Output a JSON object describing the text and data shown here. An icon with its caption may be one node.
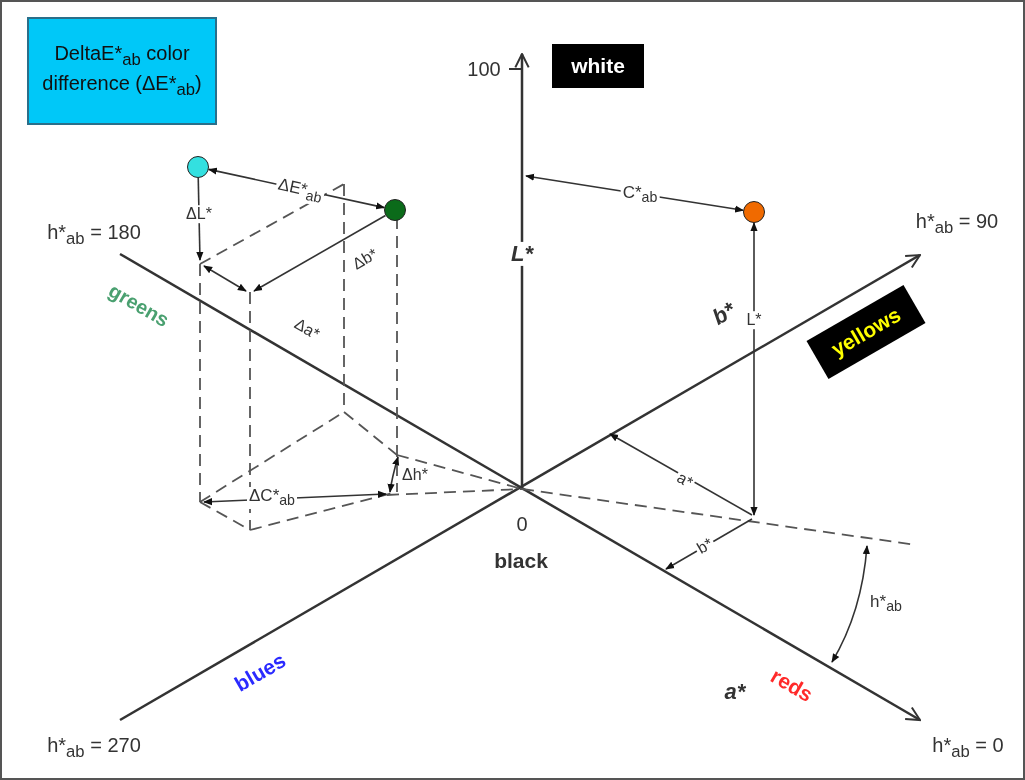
{
  "diagram": {
    "nodes": [
      {
        "text": [
          "DeltaE*$_{ab}$ color difference (ΔE*$_{ab}$)"
        ]
      },
      {
        "text": [
          "white"
        ]
      },
      {
        "text": [
          "yellows"
        ]
      },
      {
        "text": [],
        "shape": "circle"
      },
      {
        "text": [],
        "shape": "circle"
      },
      {
        "text": [],
        "shape": "circle"
      }
    ],
    "edges": [
      {
        "from": 4,
        "to": 3,
        "arrow": "both",
        "label": "ΔE*$_{ab}$"
      },
      {
        "from": 5,
        "to": null,
        "arrow": "both",
        "label": "C*$_{ab}$"
      },
      {
        "from": 5,
        "to": null,
        "arrow": "both",
        "label": "L*"
      },
      {
        "from": 3,
        "to": null,
        "arrow": "to",
        "label": "ΔL*"
      },
      {
        "from": 4,
        "to": null,
        "arrow": "to",
        "label": "Δb*"
      }
    ],
    "labels": [
      "100",
      "h*$_{ab}$ = 180",
      "L*",
      "h*$_{ab}$ = 90",
      "greens",
      "Δa*",
      "b*",
      "a*",
      "Δh*",
      "ΔC*$_{ab}$",
      "b*",
      "0",
      "black",
      "a*",
      "h*$_{ab}$",
      "blues",
      "reds",
      "h*$_{ab}$ = 270",
      "h*$_{ab}$ = 0"
    ]
  }
}
